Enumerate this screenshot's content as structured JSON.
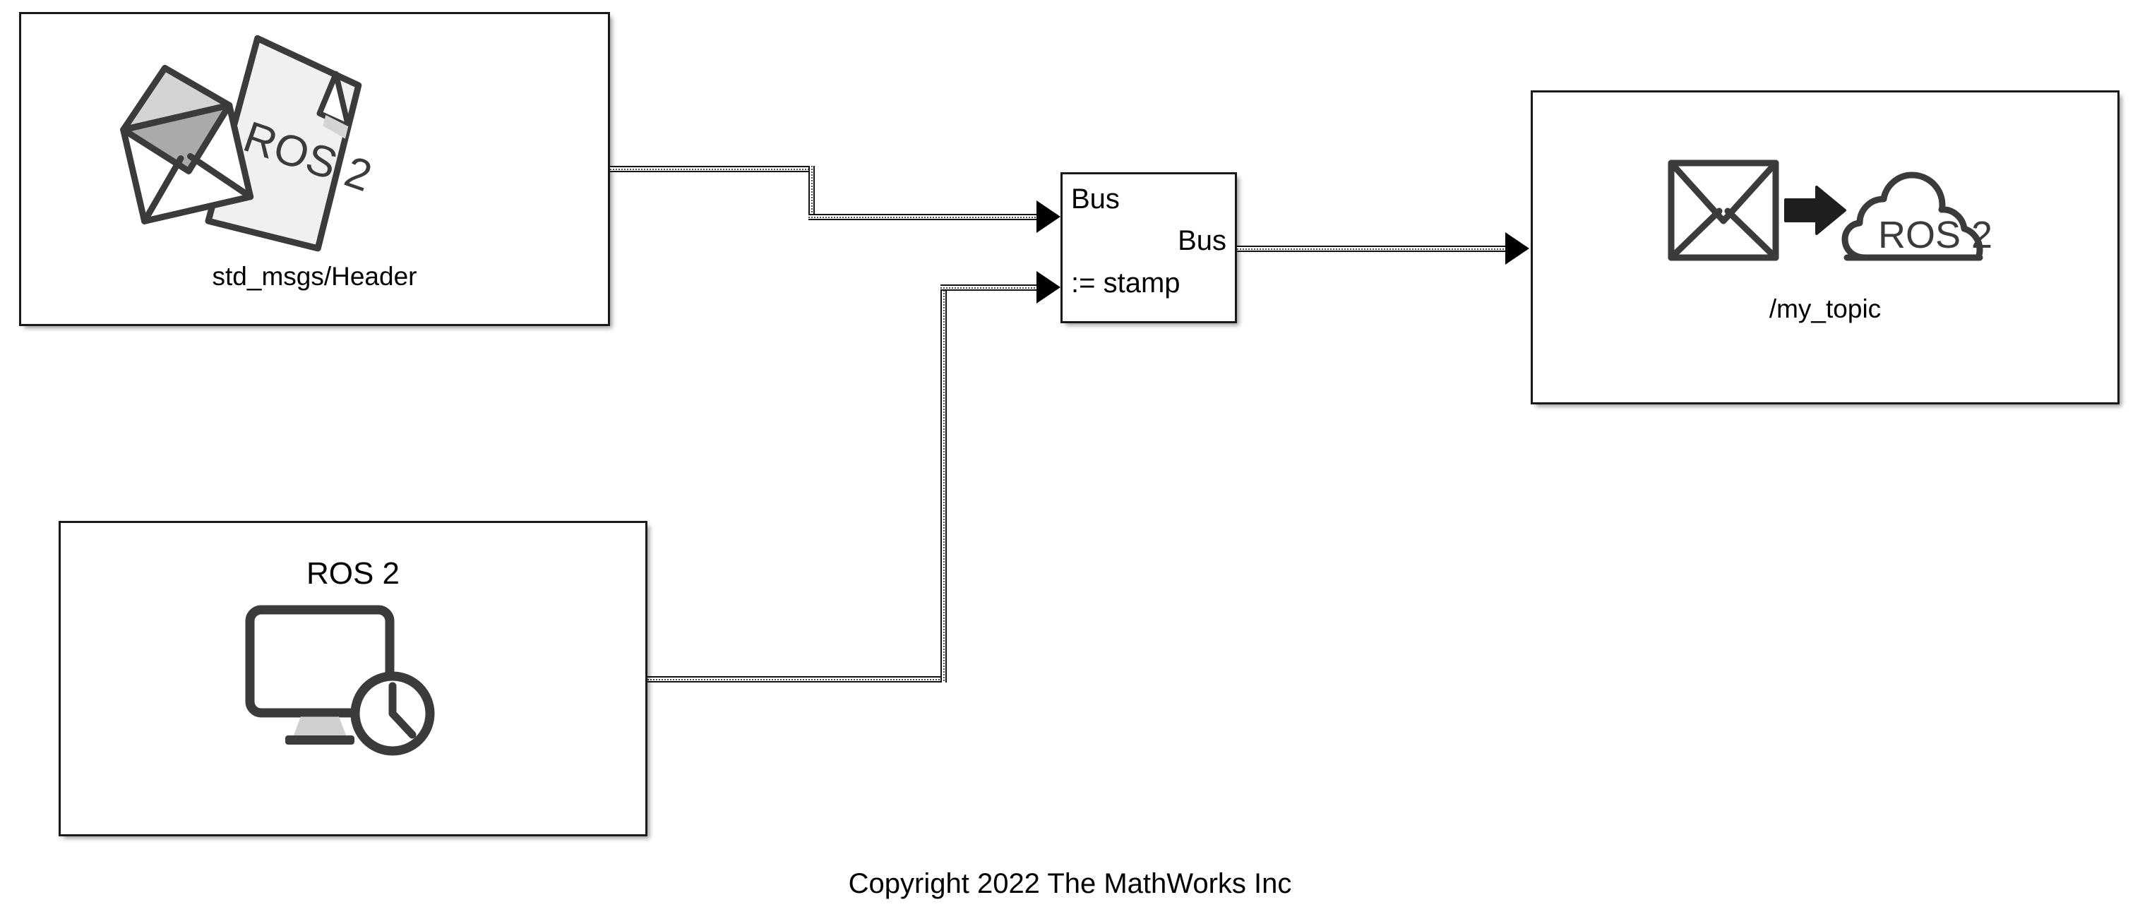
{
  "diagram": {
    "title": "ROS 2 Simulink block diagram",
    "copyright": "Copyright 2022 The MathWorks Inc",
    "colors": {
      "block_border": "#1a1a1a",
      "block_fill": "#ffffff",
      "canvas": "#ffffff",
      "signal_line": "#141414",
      "icon_stroke": "#3b3b3b",
      "icon_fill_light": "#f0f0f0",
      "icon_fill_mid": "#d4d4d4",
      "icon_fill_dark": "#aaaaaa"
    }
  },
  "blocks": [
    {
      "id": "blank_message",
      "label": "std_msgs/Header",
      "icon_name": "ros2-message-envelope-document-icon",
      "icon_text": "ROS 2",
      "ports": {
        "outputs": 1,
        "inputs": 0
      }
    },
    {
      "id": "bus_assignment",
      "label": "",
      "input_port_top_label": "Bus",
      "input_port_bottom_label": ":= stamp",
      "output_port_label": "Bus",
      "ports": {
        "outputs": 1,
        "inputs": 2
      }
    },
    {
      "id": "ros2_publish",
      "label": "/my_topic",
      "icon_name": "envelope-to-cloud-publish-icon",
      "icon_text": "ROS 2",
      "ports": {
        "outputs": 0,
        "inputs": 1
      }
    },
    {
      "id": "ros2_current_time",
      "label": "",
      "icon_title": "ROS 2",
      "icon_name": "monitor-clock-current-time-icon",
      "ports": {
        "outputs": 1,
        "inputs": 0
      }
    }
  ],
  "signals": [
    {
      "id": "sig_header_to_bus",
      "from": "blank_message",
      "to": "bus_assignment",
      "to_port": "Bus",
      "type": "bus"
    },
    {
      "id": "sig_time_to_bus",
      "from": "ros2_current_time",
      "to": "bus_assignment",
      "to_port": ":= stamp",
      "type": "bus"
    },
    {
      "id": "sig_bus_to_publish",
      "from": "bus_assignment",
      "to": "ros2_publish",
      "type": "bus"
    }
  ]
}
